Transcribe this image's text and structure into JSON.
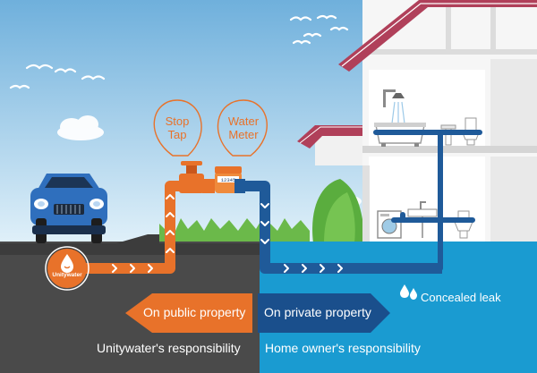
{
  "callouts": {
    "stop_tap": [
      "Stop",
      "Tap"
    ],
    "water_meter": [
      "Water",
      "Meter"
    ]
  },
  "meter_display": "12345",
  "brand": "Unitywater",
  "concealed_leak": "Concealed leak",
  "public": {
    "label": "On public property",
    "responsibility": "Unitywater's responsibility",
    "color": "#e8722a"
  },
  "private": {
    "label": "On private property",
    "responsibility": "Home owner's responsibility",
    "color": "#1a4f8c"
  },
  "colors": {
    "sky_top": "#7fb9de",
    "sky_bottom": "#d7ecf7",
    "ground_public": "#4a4a4a",
    "ground_private": "#1a9bd1",
    "pipe_public": "#e8722a",
    "pipe_private": "#1f5a99"
  }
}
